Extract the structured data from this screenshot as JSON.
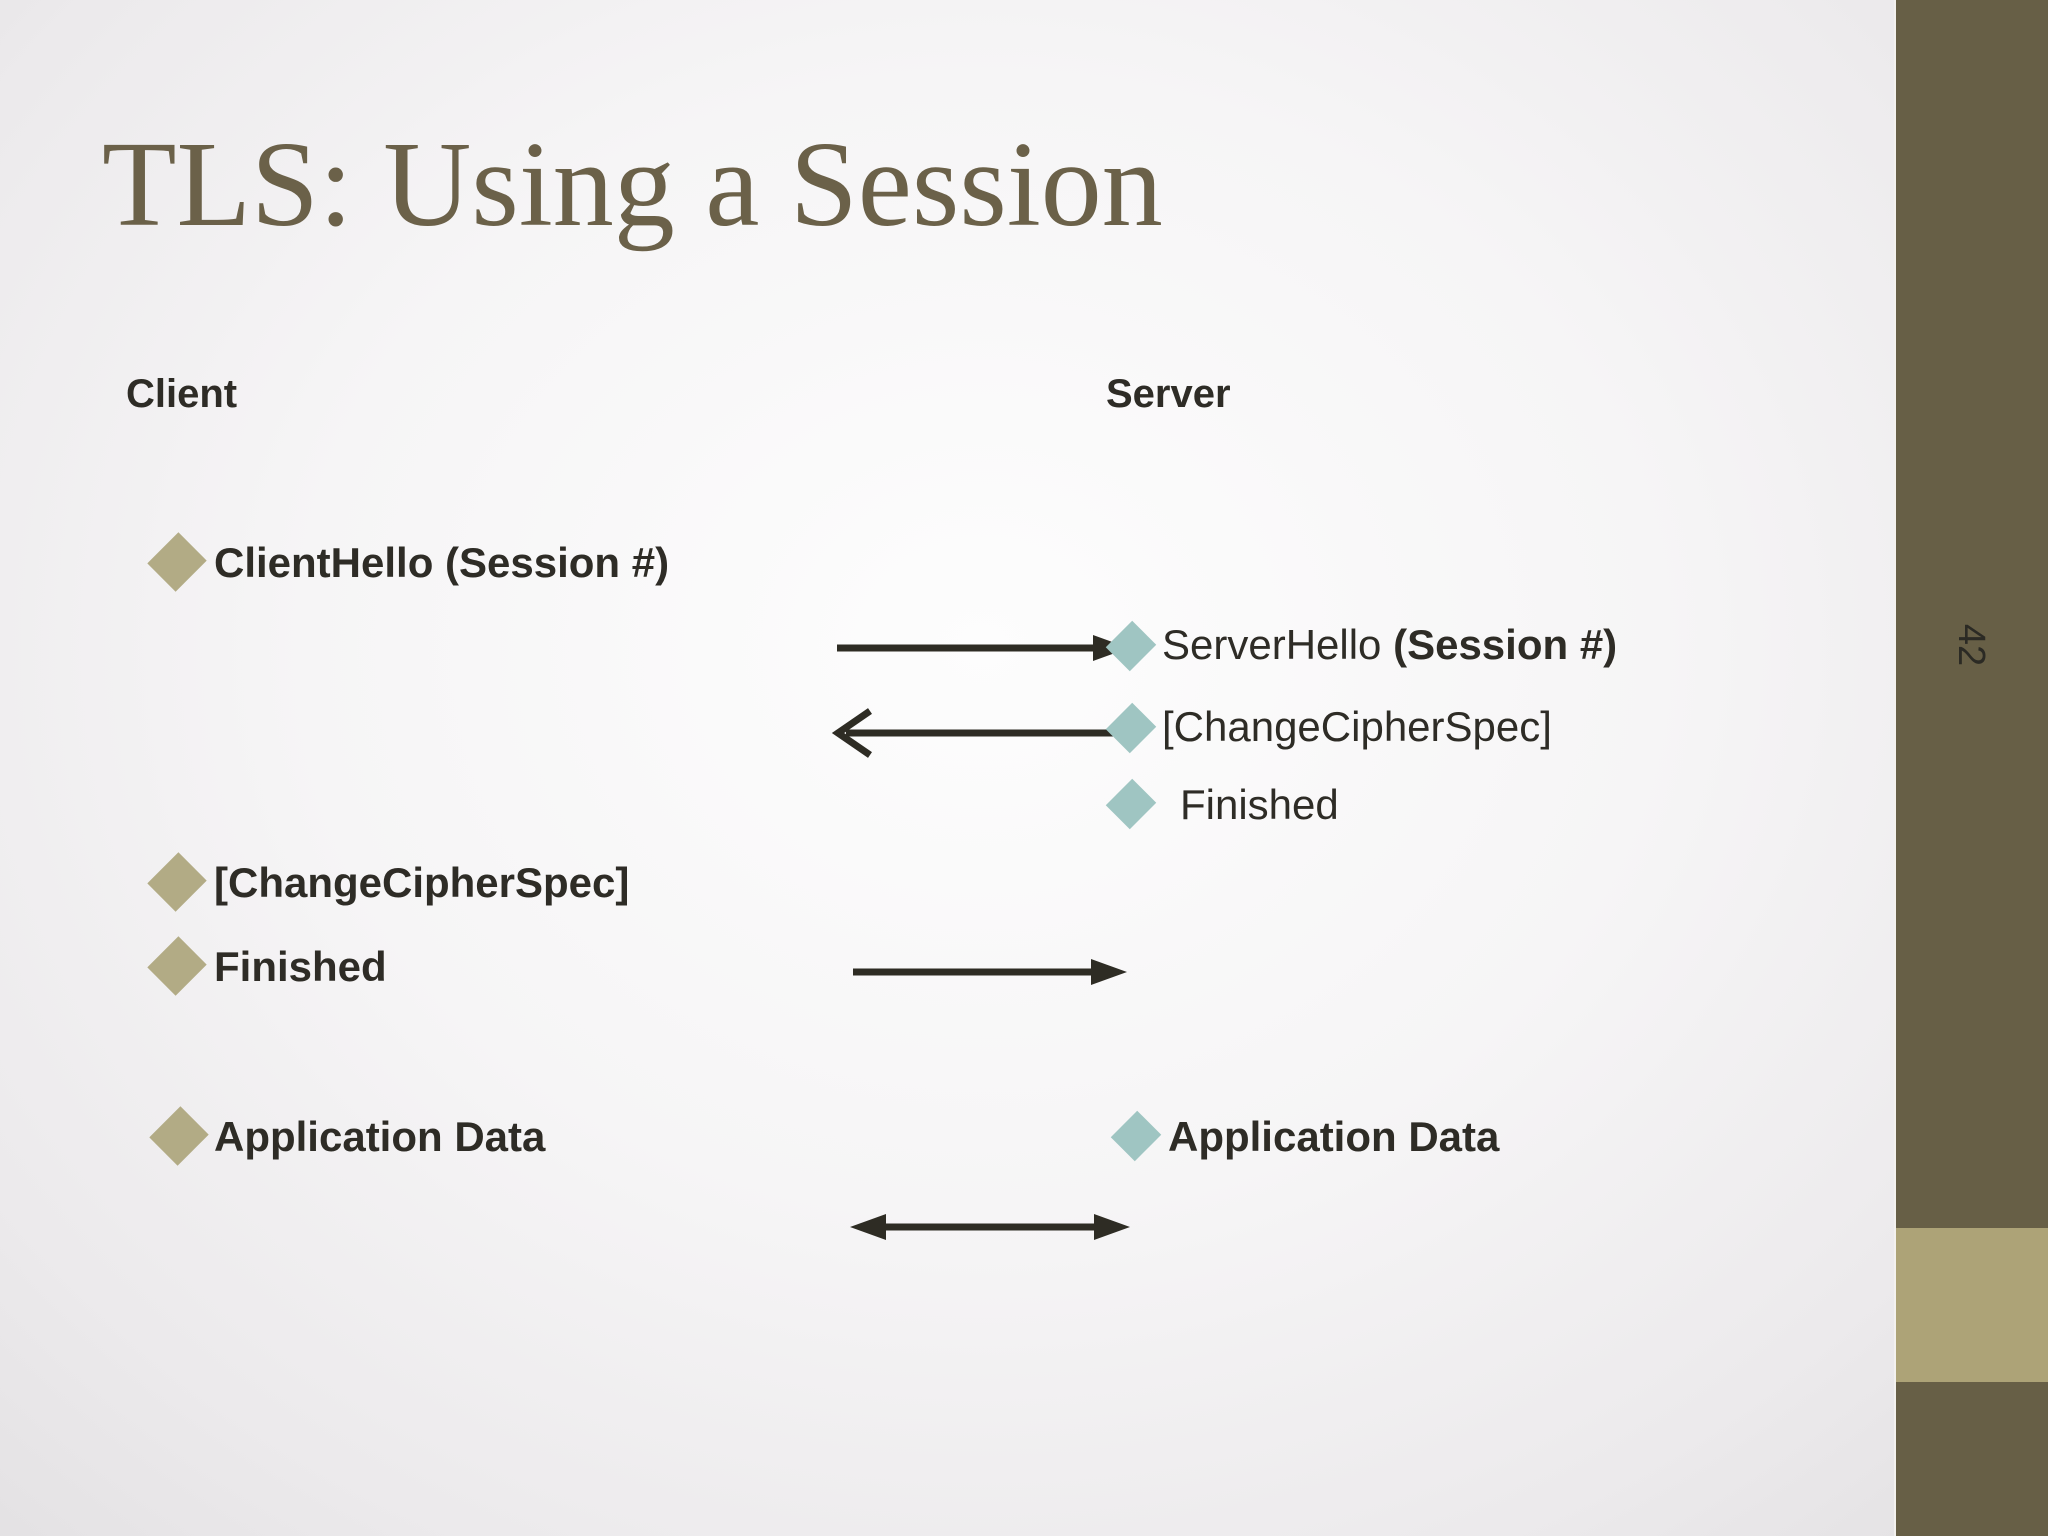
{
  "title": "TLS: Using a Session",
  "page_number": "42",
  "client": {
    "header": "Client",
    "items": [
      "ClientHello (Session #)",
      "[ChangeCipherSpec]",
      "Finished",
      "Application Data"
    ]
  },
  "server": {
    "header": "Server",
    "hello_regular": "ServerHello ",
    "hello_bold": "(Session #)",
    "change_cipher": "[ChangeCipherSpec]",
    "finished": "Finished",
    "application_data": "Application Data"
  },
  "arrows": [
    {
      "name": "client-to-server-handshake",
      "direction": "right",
      "head": "filled"
    },
    {
      "name": "server-to-client-handshake",
      "direction": "left",
      "head": "open"
    },
    {
      "name": "client-finished-to-server",
      "direction": "right",
      "head": "filled"
    },
    {
      "name": "application-data-exchange",
      "direction": "both",
      "head": "filled"
    }
  ],
  "colors": {
    "title": "#6b6149",
    "body_text": "#2e2c26",
    "client_diamond": "#b2ab85",
    "server_diamond": "#9fc5c2",
    "arrow": "#2e2c24",
    "sidebar": "#675f46",
    "sidebar_accent": "#ada377",
    "page_number_text": "#2b2a24",
    "background": "#f6f5f6"
  }
}
